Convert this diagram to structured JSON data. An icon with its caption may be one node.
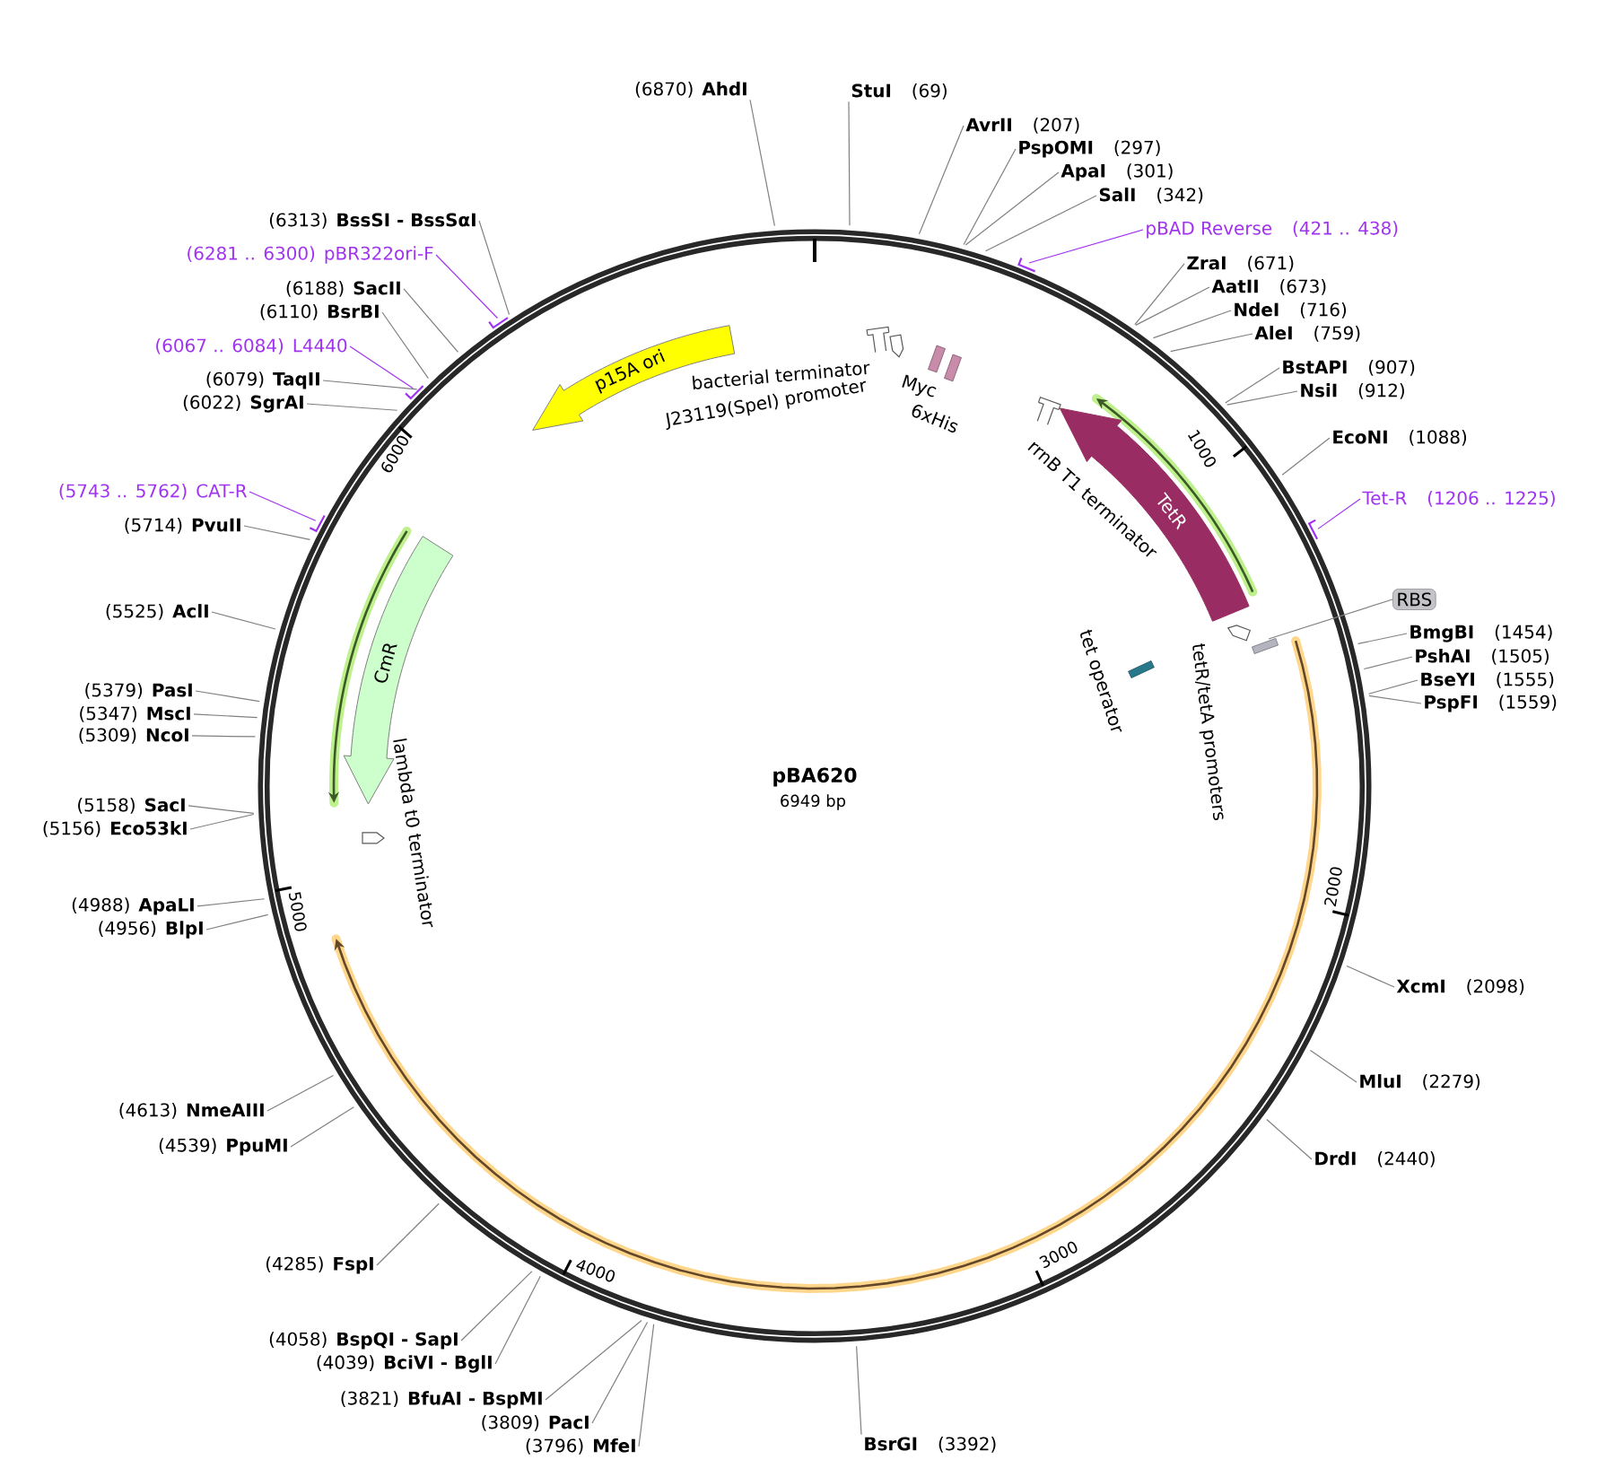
{
  "diagram": {
    "title": "pBA620",
    "nodes": [
      {
        "text": [
          "(6870)",
          "AhdI"
        ]
      },
      {
        "text": [
          "StuI",
          "(69)"
        ]
      },
      {
        "text": [
          "AvrII",
          "(207)"
        ]
      },
      {
        "text": [
          "PspOMI",
          "(297)"
        ]
      },
      {
        "text": [
          "ApaI",
          "(301)"
        ]
      },
      {
        "text": [
          "SalI",
          "(342)"
        ]
      },
      {
        "text": [
          "pBAD Reverse",
          "(421 .. 438)"
        ]
      },
      {
        "text": [
          "ZraI",
          "(671)"
        ]
      },
      {
        "text": [
          "AatII",
          "(673)"
        ]
      },
      {
        "text": [
          "NdeI",
          "(716)"
        ]
      },
      {
        "text": [
          "AleI",
          "(759)"
        ]
      },
      {
        "text": [
          "BstAPI",
          "(907)"
        ]
      },
      {
        "text": [
          "NsiI",
          "(912)"
        ]
      },
      {
        "text": [
          "EcoNI",
          "(1088)"
        ]
      },
      {
        "text": [
          "Tet-R",
          "(1206 .. 1225)"
        ]
      },
      {
        "text": [
          "RBS"
        ]
      },
      {
        "text": [
          "BmgBI",
          "(1454)"
        ]
      },
      {
        "text": [
          "PshAI",
          "(1505)"
        ]
      },
      {
        "text": [
          "BseYI",
          "(1555)"
        ]
      },
      {
        "text": [
          "PspFI",
          "(1559)"
        ]
      },
      {
        "text": [
          "XcmI",
          "(2098)"
        ]
      },
      {
        "text": [
          "MluI",
          "(2279)"
        ]
      },
      {
        "text": [
          "DrdI",
          "(2440)"
        ]
      },
      {
        "text": [
          "BsrGI",
          "(3392)"
        ]
      },
      {
        "text": [
          "(3796)",
          "MfeI"
        ]
      },
      {
        "text": [
          "(3809)",
          "PacI"
        ]
      },
      {
        "text": [
          "(3821)",
          "BfuAI - BspMI"
        ]
      },
      {
        "text": [
          "(4039)",
          "BciVI - BglI"
        ]
      },
      {
        "text": [
          "(4058)",
          "BspQI - SapI"
        ]
      },
      {
        "text": [
          "(4285)",
          "FspI"
        ]
      },
      {
        "text": [
          "(4539)",
          "PpuMI"
        ]
      },
      {
        "text": [
          "(4613)",
          "NmeAIII"
        ]
      },
      {
        "text": [
          "(4956)",
          "BlpI"
        ]
      },
      {
        "text": [
          "(4988)",
          "ApaLI"
        ]
      },
      {
        "text": [
          "(5156)",
          "Eco53kI"
        ]
      },
      {
        "text": [
          "(5158)",
          "SacI"
        ]
      },
      {
        "text": [
          "(5309)",
          "NcoI"
        ]
      },
      {
        "text": [
          "(5347)",
          "MscI"
        ]
      },
      {
        "text": [
          "(5379)",
          "PasI"
        ]
      },
      {
        "text": [
          "(5525)",
          "AclI"
        ]
      },
      {
        "text": [
          "(5714)",
          "PvuII"
        ]
      },
      {
        "text": [
          "(5743 .. 5762)",
          "CAT-R"
        ]
      },
      {
        "text": [
          "(6022)",
          "SgrAI"
        ]
      },
      {
        "text": [
          "(6079)",
          "TaqII"
        ]
      },
      {
        "text": [
          "(6067 .. 6084)",
          "L4440"
        ]
      },
      {
        "text": [
          "(6110)",
          "BsrBI"
        ]
      },
      {
        "text": [
          "(6188)",
          "SacII"
        ]
      },
      {
        "text": [
          "(6281 .. 6300)",
          "pBR322ori-F"
        ]
      },
      {
        "text": [
          "(6313)",
          "BssSI - BssSαI"
        ]
      },
      {
        "text": [
          "p15A ori"
        ]
      },
      {
        "text": [
          "TetR"
        ]
      },
      {
        "text": [
          "CmR"
        ]
      }
    ],
    "edges": [
      {
        "from": 0,
        "to": null,
        "arrow": "none"
      },
      {
        "from": 1,
        "to": null,
        "arrow": "none"
      },
      {
        "from": 2,
        "to": null,
        "arrow": "none"
      },
      {
        "from": 3,
        "to": null,
        "arrow": "none"
      },
      {
        "from": 4,
        "to": null,
        "arrow": "none"
      },
      {
        "from": 5,
        "to": null,
        "arrow": "none"
      },
      {
        "from": 6,
        "to": null,
        "arrow": "none",
        "color": "#a033f0"
      },
      {
        "from": 7,
        "to": null,
        "arrow": "none"
      },
      {
        "from": 8,
        "to": null,
        "arrow": "none"
      },
      {
        "from": 9,
        "to": null,
        "arrow": "none"
      },
      {
        "from": 10,
        "to": null,
        "arrow": "none"
      },
      {
        "from": 11,
        "to": null,
        "arrow": "none"
      },
      {
        "from": 12,
        "to": null,
        "arrow": "none"
      },
      {
        "from": 13,
        "to": null,
        "arrow": "none"
      },
      {
        "from": 14,
        "to": null,
        "arrow": "none",
        "color": "#a033f0"
      },
      {
        "from": 15,
        "to": null,
        "arrow": "none"
      },
      {
        "from": 16,
        "to": null,
        "arrow": "none"
      },
      {
        "from": 17,
        "to": null,
        "arrow": "none"
      },
      {
        "from": 18,
        "to": null,
        "arrow": "none"
      },
      {
        "from": 19,
        "to": null,
        "arrow": "none"
      },
      {
        "from": 20,
        "to": null,
        "arrow": "none"
      },
      {
        "from": 21,
        "to": null,
        "arrow": "none"
      },
      {
        "from": 22,
        "to": null,
        "arrow": "none"
      },
      {
        "from": 23,
        "to": null,
        "arrow": "none"
      },
      {
        "from": 24,
        "to": null,
        "arrow": "none"
      },
      {
        "from": 25,
        "to": null,
        "arrow": "none"
      },
      {
        "from": 26,
        "to": null,
        "arrow": "none"
      },
      {
        "from": 27,
        "to": null,
        "arrow": "none"
      },
      {
        "from": 28,
        "to": null,
        "arrow": "none"
      },
      {
        "from": 29,
        "to": null,
        "arrow": "none"
      },
      {
        "from": 30,
        "to": null,
        "arrow": "none"
      },
      {
        "from": 31,
        "to": null,
        "arrow": "none"
      },
      {
        "from": 32,
        "to": null,
        "arrow": "none"
      },
      {
        "from": 33,
        "to": null,
        "arrow": "none"
      },
      {
        "from": 34,
        "to": null,
        "arrow": "none"
      },
      {
        "from": 35,
        "to": null,
        "arrow": "none"
      },
      {
        "from": 36,
        "to": null,
        "arrow": "none"
      },
      {
        "from": 37,
        "to": null,
        "arrow": "none"
      },
      {
        "from": 38,
        "to": null,
        "arrow": "none"
      },
      {
        "from": 39,
        "to": null,
        "arrow": "none"
      },
      {
        "from": 40,
        "to": null,
        "arrow": "none"
      },
      {
        "from": 41,
        "to": null,
        "arrow": "none",
        "color": "#a033f0"
      },
      {
        "from": 42,
        "to": null,
        "arrow": "none"
      },
      {
        "from": 43,
        "to": null,
        "arrow": "none"
      },
      {
        "from": 44,
        "to": null,
        "arrow": "none",
        "color": "#a033f0"
      },
      {
        "from": 45,
        "to": null,
        "arrow": "none"
      },
      {
        "from": 46,
        "to": null,
        "arrow": "none"
      },
      {
        "from": 47,
        "to": null,
        "arrow": "none",
        "color": "#a033f0"
      },
      {
        "from": 48,
        "to": null,
        "arrow": "none"
      }
    ],
    "labels": [
      "6949 bp",
      "bacterial terminator",
      "J23119(SpeI) promoter",
      "Myc",
      "6xHis",
      "rrnB T1 terminator",
      "tetR/tetA promoters",
      "tet operator",
      "lambda t0 terminator",
      "1000",
      "2000",
      "3000",
      "4000",
      "5000",
      "6000"
    ]
  }
}
